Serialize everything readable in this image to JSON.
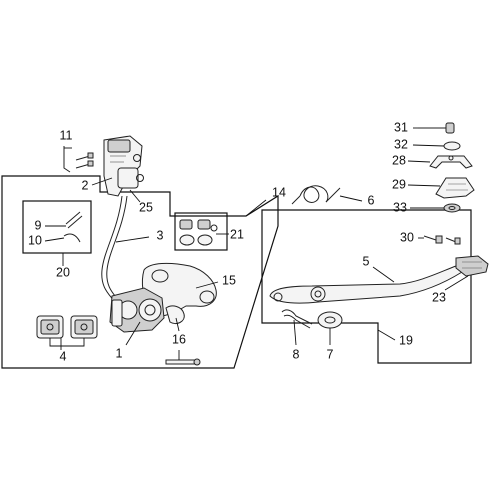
{
  "diagram": {
    "callouts": {
      "c1": "1",
      "c2": "2",
      "c3": "3",
      "c4": "4",
      "c5": "5",
      "c6": "6",
      "c7": "7",
      "c8": "8",
      "c9": "9",
      "c10": "10",
      "c11": "11",
      "c14": "14",
      "c15": "15",
      "c16": "16",
      "c19": "19",
      "c20": "20",
      "c21": "21",
      "c23": "23",
      "c25": "25",
      "c28": "28",
      "c29": "29",
      "c30": "30",
      "c31": "31",
      "c32": "32",
      "c33": "33"
    }
  }
}
